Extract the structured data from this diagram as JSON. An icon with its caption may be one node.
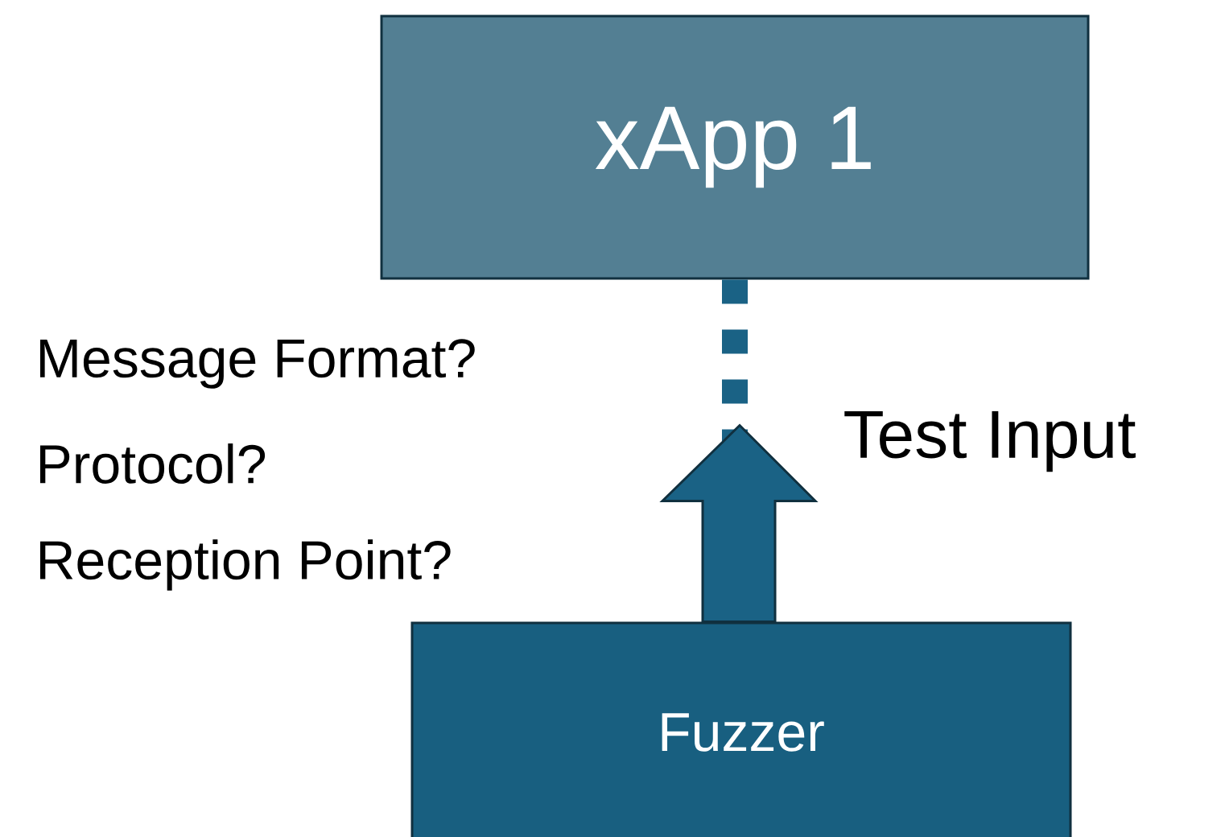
{
  "diagram": {
    "nodes": [
      {
        "text": [
          "xApp 1"
        ]
      },
      {
        "text": [
          "Fuzzer"
        ]
      }
    ],
    "edges": [
      {
        "from": 0,
        "to": 1,
        "arrow": "none",
        "style": "dashed"
      },
      {
        "from": 1,
        "to": null,
        "arrow": "to",
        "style": "thick",
        "label": "Test Input"
      }
    ],
    "labels": [
      "Message Format?",
      "Protocol?",
      "Reception Point?"
    ]
  }
}
